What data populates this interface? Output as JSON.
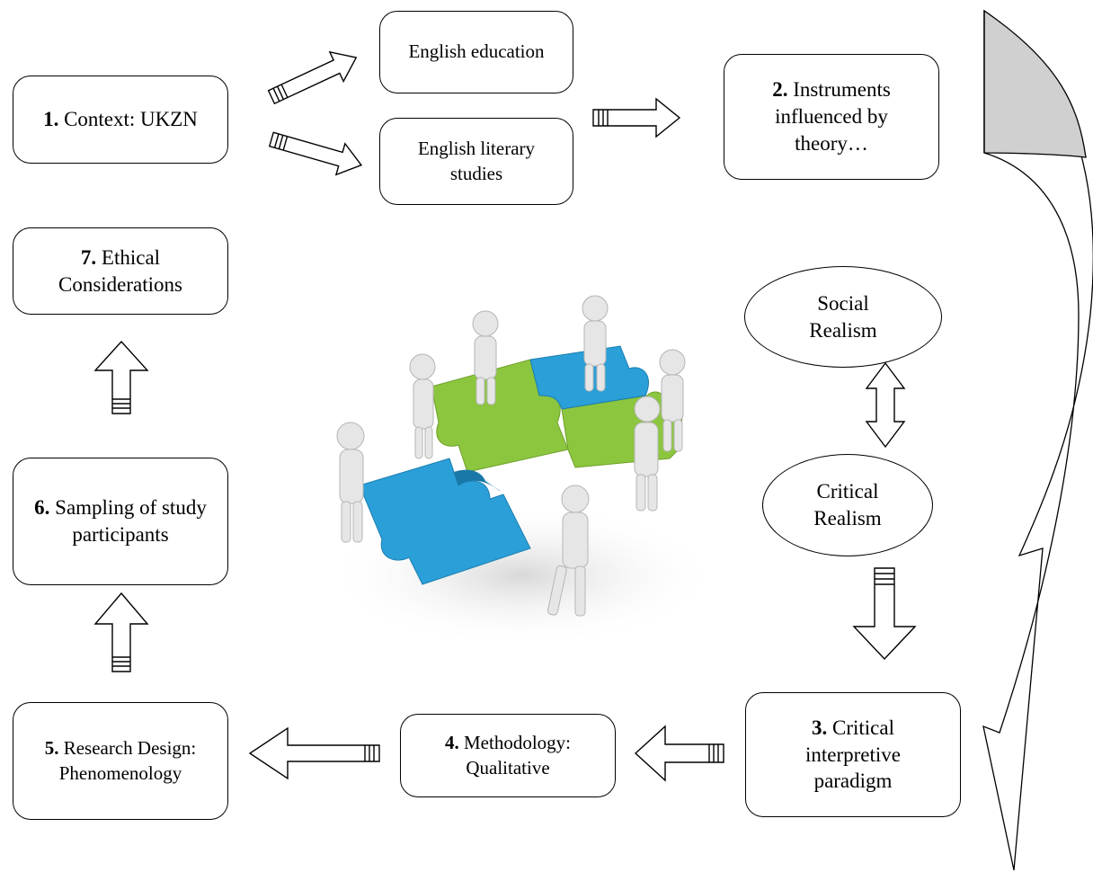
{
  "nodes": {
    "context": {
      "num": "1.",
      "text": "Context: UKZN"
    },
    "english_education": {
      "text": "English education"
    },
    "english_literary": {
      "text": "English literary studies"
    },
    "instruments": {
      "num": "2.",
      "text": "Instruments influenced by theory…"
    },
    "ethical": {
      "num": "7.",
      "text": "Ethical Considerations"
    },
    "social_realism": {
      "text": "Social Realism"
    },
    "critical_realism": {
      "text": "Critical Realism"
    },
    "sampling": {
      "num": "6.",
      "text": "Sampling of study participants"
    },
    "paradigm": {
      "num": "3.",
      "text": "Critical interpretive paradigm"
    },
    "methodology": {
      "num": "4.",
      "text": "Methodology: Qualitative"
    },
    "research_design": {
      "num": "5.",
      "text": "Research Design: Phenomenology"
    }
  },
  "illustration": {
    "subject": "figures-assembling-puzzle-pieces"
  },
  "colors": {
    "puzzle_green": "#8cc63f",
    "puzzle_blue": "#2a9fd8",
    "curve_fill": "#d0d0d0"
  }
}
